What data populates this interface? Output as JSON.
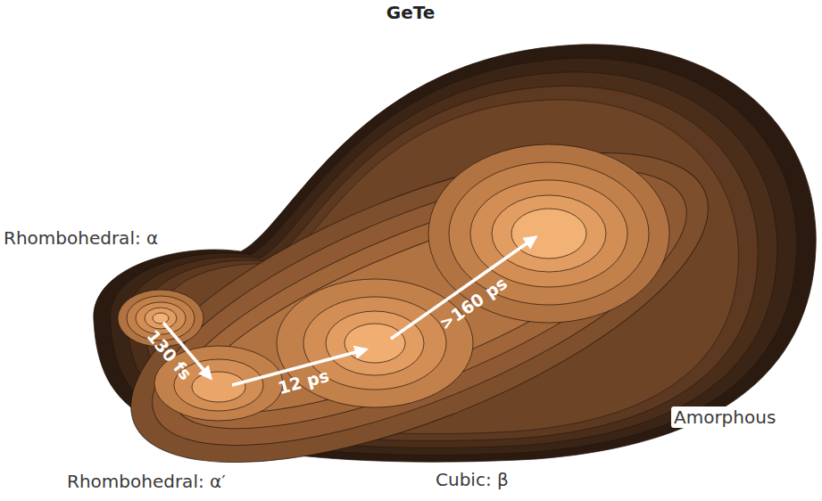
{
  "diagram": {
    "title": "GeTe",
    "labels": [
      "Rhombohedral: α",
      "Rhombohedral: α′",
      "Cubic: β",
      "Amorphous",
      "130 fs",
      "12 ps",
      ">160 ps"
    ]
  }
}
